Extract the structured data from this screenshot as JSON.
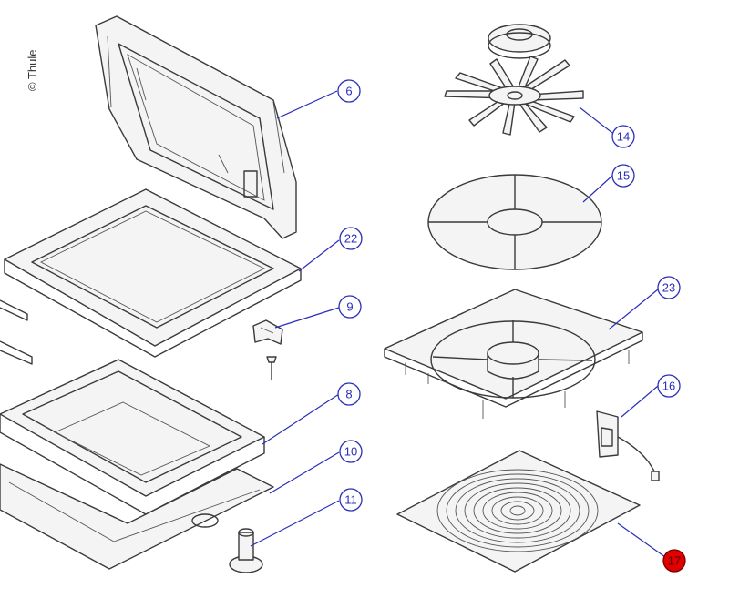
{
  "copyright": "© Thule",
  "callouts": {
    "c6": "6",
    "c22": "22",
    "c9": "9",
    "c8": "8",
    "c10": "10",
    "c11": "11",
    "c14": "14",
    "c15": "15",
    "c23": "23",
    "c16": "16",
    "c17": "17"
  },
  "colors": {
    "leader": "#2a2fb8",
    "highlight": "#e00000"
  }
}
